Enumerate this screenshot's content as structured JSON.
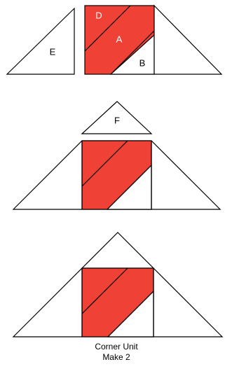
{
  "colors": {
    "red": "#ef4135",
    "white": "#ffffff",
    "outline": "#000000"
  },
  "labels": {
    "a": "A",
    "b": "B",
    "d": "D",
    "e": "E",
    "f": "F"
  },
  "caption": {
    "line1": "Corner Unit",
    "line2": "Make 2"
  }
}
